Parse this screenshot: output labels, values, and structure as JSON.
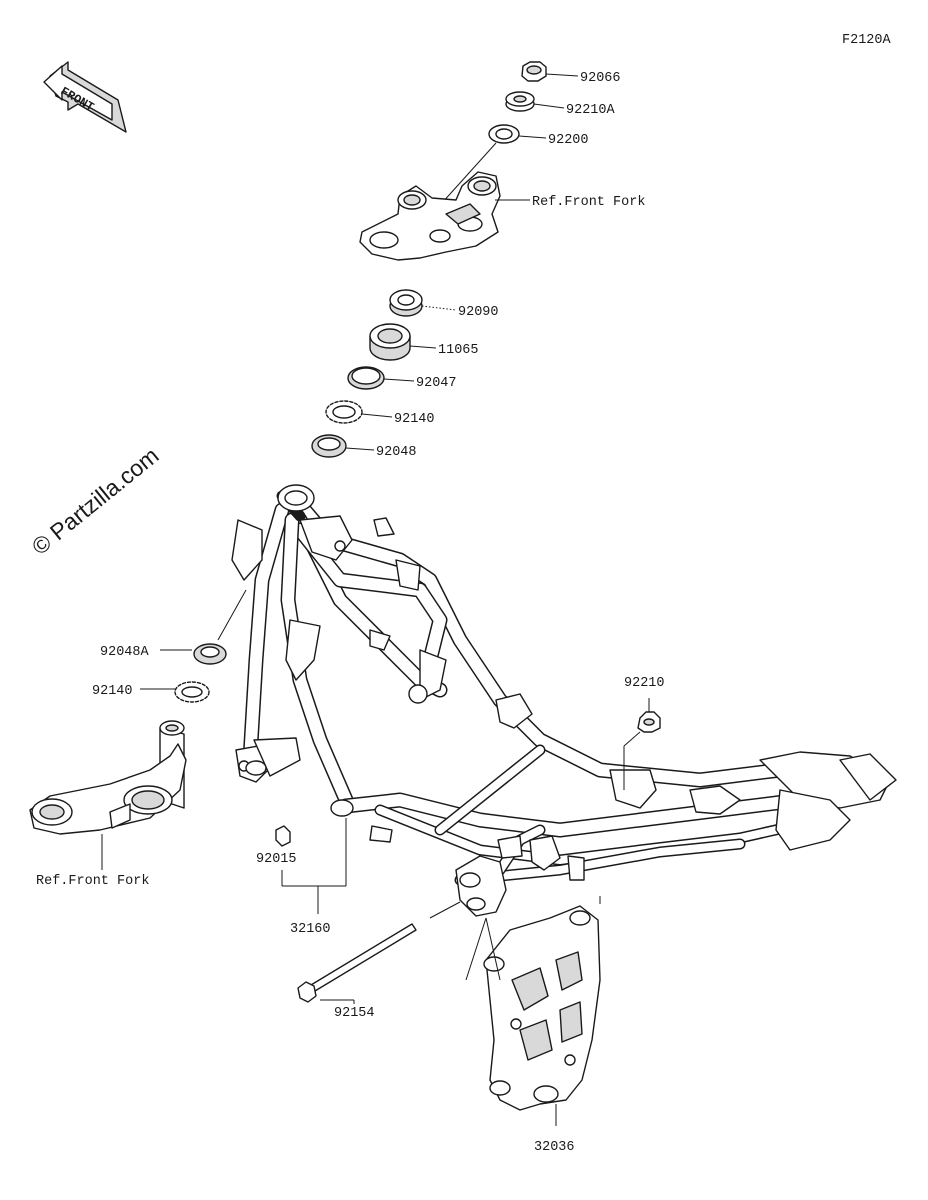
{
  "diagram_code": "F2120A",
  "watermark": "© Partzilla.com",
  "front_arrow": "FRONT",
  "callouts": {
    "p92066": "92066",
    "p92210a": "92210A",
    "p92200": "92200",
    "ref_top": "Ref.Front Fork",
    "p92090": "92090",
    "p11065": "11065",
    "p92047": "92047",
    "p92140_top": "92140",
    "p92048": "92048",
    "p92048a": "92048A",
    "p92140_low": "92140",
    "ref_low": "Ref.Front Fork",
    "p92210": "92210",
    "p92015": "92015",
    "p32160": "32160",
    "p92154": "92154",
    "p32036": "32036"
  }
}
